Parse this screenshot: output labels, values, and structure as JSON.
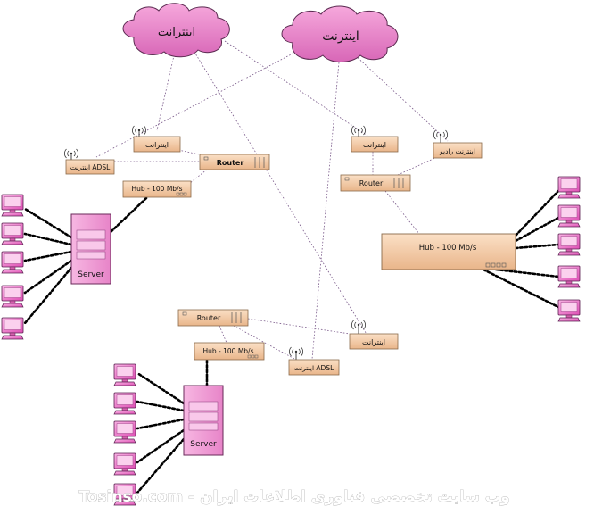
{
  "clouds": [
    {
      "id": "cloud-left",
      "label": "اینترانت"
    },
    {
      "id": "cloud-right",
      "label": "اینترنت"
    }
  ],
  "devices": {
    "intranet_box_top_left": "اینترانت",
    "adsl_box_left": "اینترنت ADSL",
    "router_top_left": "Router",
    "hub_top_left": "Hub - 100 Mb/s",
    "server_top_left": "Server",
    "intranet_box_top_right": "اینترانت",
    "radio_internet_box": "اینترنت رادیو",
    "router_right": "Router",
    "hub_right": "Hub - 100 Mb/s",
    "router_bottom": "Router",
    "intranet_box_bottom": "اینترانت",
    "hub_bottom": "Hub - 100 Mb/s",
    "adsl_box_bottom": "اینترنت ADSL",
    "server_bottom": "Server"
  },
  "watermark": "وب سایت تخصصی فناوری اطلاعات ایران - Tosinso.com",
  "colors": {
    "cloud_fill": "#e87fc7",
    "cloud_stroke": "#5a2a50",
    "device_fill": "#f5c9a0",
    "device_stroke": "#8a6a4a",
    "computer_fill": "#f06fc9",
    "server_fill": "#f5a3d9",
    "link_color": "#7a5a8a",
    "cable_color": "#000000"
  }
}
